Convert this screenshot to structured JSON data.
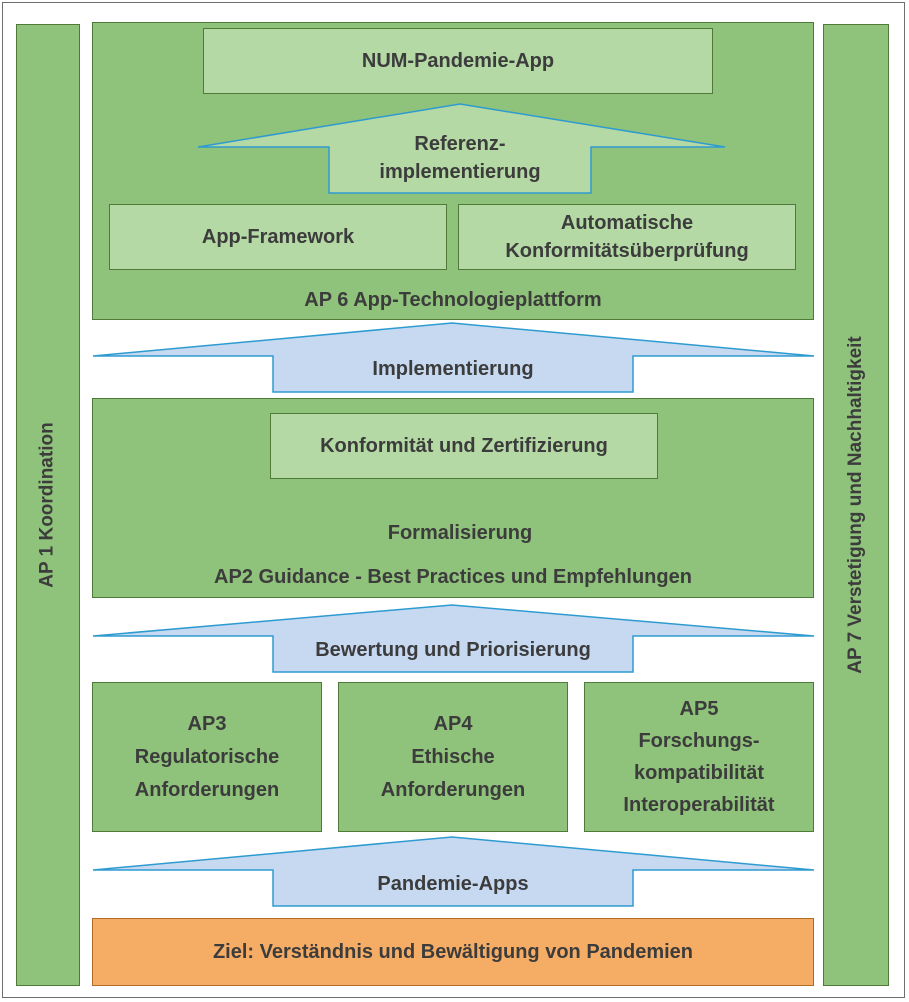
{
  "side_left": "AP 1 Koordination",
  "side_right": "AP 7 Verstetigung und Nachhaltigkeit",
  "ap6": {
    "top_box": "NUM-Pandemie-App",
    "arrow_line1": "Referenz-",
    "arrow_line2": "implementierung",
    "box_left": "App-Framework",
    "box_right_line1": "Automatische",
    "box_right_line2": "Konformitätsüberprüfung",
    "title": "AP 6 App-Technologieplattform"
  },
  "arrow_implementierung": "Implementierung",
  "ap2": {
    "top_box": "Konformität und Zertifizierung",
    "arrow": "Formalisierung",
    "title": "AP2 Guidance - Best Practices und Empfehlungen"
  },
  "arrow_bewertung": "Bewertung und Priorisierung",
  "ap3": {
    "line1": "AP3",
    "line2": "Regulatorische",
    "line3": "Anforderungen"
  },
  "ap4": {
    "line1": "AP4",
    "line2": "Ethische",
    "line3": "Anforderungen"
  },
  "ap5": {
    "line1": "AP5",
    "line2": "Forschungs-",
    "line3": "kompatibilität",
    "line4": "Interoperabilität"
  },
  "arrow_pandemie": "Pandemie-Apps",
  "goal": "Ziel: Verständnis und Bewältigung von Pandemien",
  "colors": {
    "panel_green": "#8fc27a",
    "light_green": "#b4d9a4",
    "blue_arrow": "#c6d9f1",
    "arrow_outline": "#2e9bd0",
    "goal_orange": "#f5ad66"
  }
}
